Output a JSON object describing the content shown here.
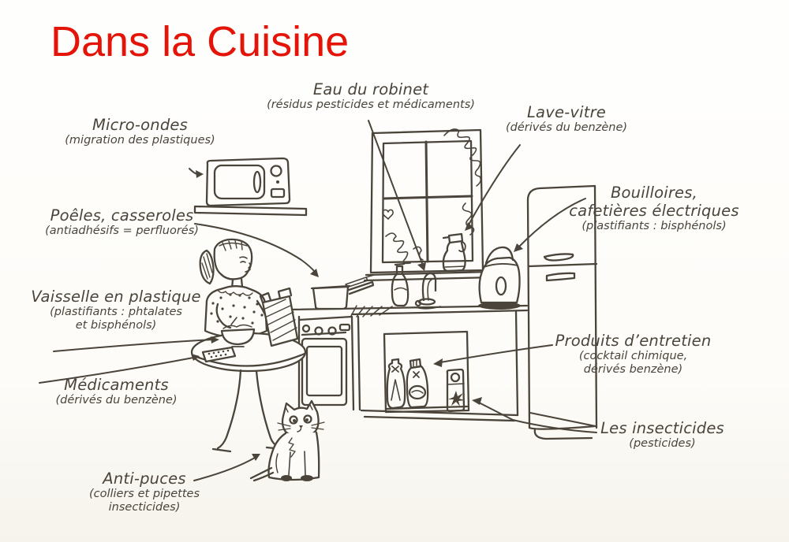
{
  "page": {
    "background": "#fdfcf9",
    "ink_color": "#4a443a"
  },
  "title": {
    "text": "Dans la Cuisine",
    "color": "#e51408"
  },
  "labels": {
    "micro_ondes": {
      "title": "Micro-ondes",
      "sub1": "(migration des plastiques)"
    },
    "eau_robinet": {
      "title": "Eau du robinet",
      "sub1": "(résidus pesticides et médicaments)"
    },
    "lave_vitre": {
      "title": "Lave-vitre",
      "sub1": "(dérivés du benzène)"
    },
    "bouilloires": {
      "title": "Bouilloires,",
      "title2": "cafetières électriques",
      "sub1": "(plastifiants : bisphénols)"
    },
    "poeles": {
      "title": "Poêles, casseroles",
      "sub1": "(antiadhésifs = perfluorés)"
    },
    "vaisselle": {
      "title": "Vaisselle en plastique",
      "sub1": "(plastifiants : phtalates",
      "sub2": "et bisphénols)"
    },
    "produits": {
      "title": "Produits d’entretien",
      "sub1": "(cocktail chimique,",
      "sub2": "dérivés benzène)"
    },
    "medicaments": {
      "title": "Médicaments",
      "sub1": "(dérivés du benzène)"
    },
    "insecticides": {
      "title": "Les insecticides",
      "sub1": "(pesticides)"
    },
    "anti_puces": {
      "title": "Anti-puces",
      "sub1": "(colliers et pipettes",
      "sub2": "insecticides)"
    }
  },
  "scene": {
    "depicted_objects": [
      "microwave on shelf",
      "window with plant",
      "window-cleaner spray bottle",
      "kitchen tap",
      "electric kettle",
      "fridge",
      "stove and oven",
      "open cabinet with cleaning products",
      "insecticide spray can",
      "round pedestal table",
      "girl eating cereal",
      "cereal box",
      "bowl",
      "medicine blister pack",
      "saucepan",
      "sitting cat"
    ]
  }
}
